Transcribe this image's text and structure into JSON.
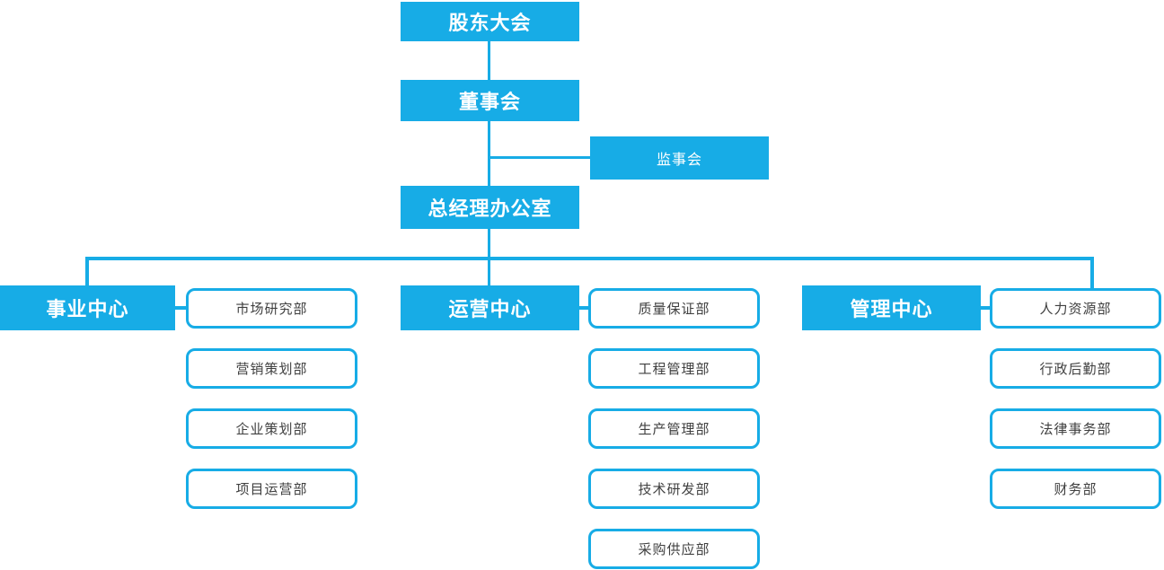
{
  "colors": {
    "accent": "#17ACE6",
    "primary_text": "#FFFFFF",
    "dept_text": "#3F3F3F",
    "background": "#FFFFFF"
  },
  "chart": {
    "type": "org-chart",
    "root": {
      "label": "股东大会"
    },
    "board": {
      "label": "董事会"
    },
    "supervisory": {
      "label": "监事会"
    },
    "gm_office": {
      "label": "总经理办公室"
    },
    "centers": [
      {
        "label": "事业中心",
        "departments": [
          "市场研究部",
          "营销策划部",
          "企业策划部",
          "项目运营部"
        ]
      },
      {
        "label": "运营中心",
        "departments": [
          "质量保证部",
          "工程管理部",
          "生产管理部",
          "技术研发部",
          "采购供应部"
        ]
      },
      {
        "label": "管理中心",
        "departments": [
          "人力资源部",
          "行政后勤部",
          "法律事务部",
          "财务部"
        ]
      }
    ]
  }
}
